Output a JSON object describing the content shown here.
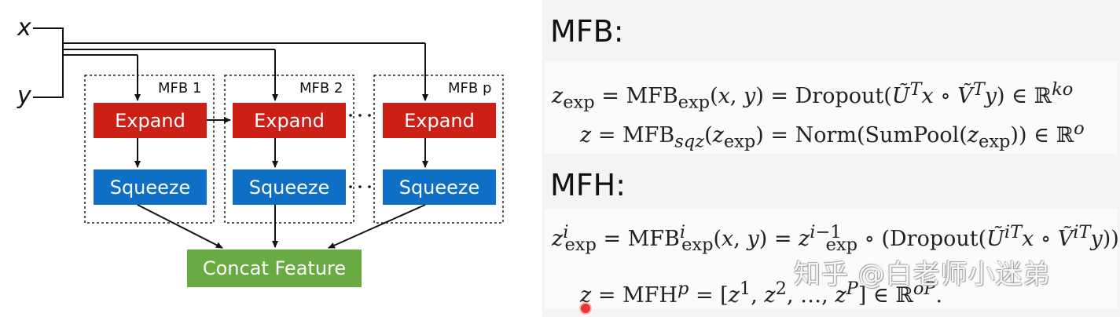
{
  "diagram": {
    "inputs": {
      "x": "x",
      "y": "y"
    },
    "blocks": [
      {
        "title": "MFB 1",
        "expand": "Expand",
        "squeeze": "Squeeze"
      },
      {
        "title": "MFB 2",
        "expand": "Expand",
        "squeeze": "Squeeze"
      },
      {
        "title": "MFB p",
        "expand": "Expand",
        "squeeze": "Squeeze"
      }
    ],
    "output": "Concat Feature",
    "colors": {
      "expand": "#cc1f16",
      "squeeze": "#0f6fc6",
      "output": "#6aaa43"
    }
  },
  "formulas": {
    "mfb_heading": "MFB:",
    "mfh_heading": "MFH:",
    "mfb_eq1": "z_exp = MFB_exp(x, y) = Dropout(Ũ^T x ∘ Ṽ^T y) ∈ ℝ^ko",
    "mfb_eq2": "z = MFB_sqz(z_exp) = Norm(SumPool(z_exp)) ∈ ℝ^o",
    "mfh_eq1": "z^i_exp = MFB^i_exp(x, y) = z^(i−1)_exp ∘ (Dropout(Ũi^T x ∘ Ṽi^T y))",
    "mfh_eq2": "z = MFH^p = [z^1, z^2, …, z^P] ∈ ℝ^oP."
  },
  "watermark": "知乎 @白老师小迷弟"
}
